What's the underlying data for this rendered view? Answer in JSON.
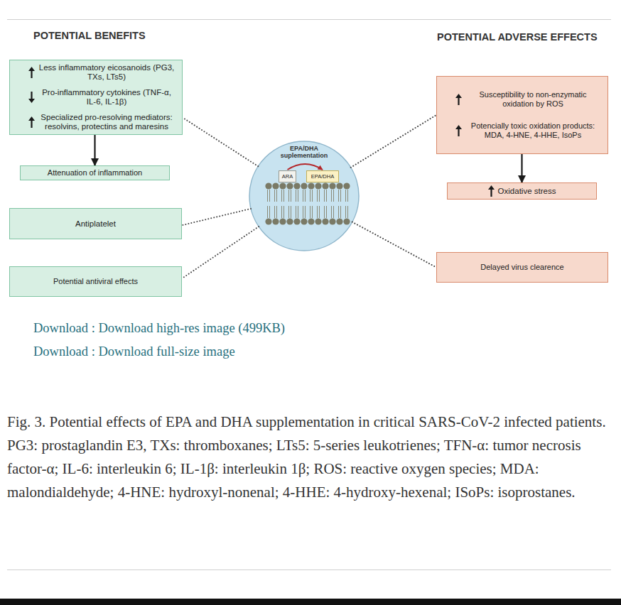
{
  "diagram": {
    "caption": "Fig. 3. Potential effects of EPA and DHA supplementation in critical SARS-CoV-2 infected patients. PG3: prostaglandin E3, TXs: thromboxanes; LTs5: 5-series leukotrienes; TFN-α: tumor necrosis factor-α; IL-6: interleukin 6; IL-1β: interleukin 1β; ROS: reactive oxygen species; MDA: malondialdehyde; 4-HNE: hydroxyl-nonenal; 4-HHE: 4-hydroxy-hexenal; ISoPs: isoprostanes.",
    "nodes": [
      {
        "text": [
          "Less inflammatory eicosanoids (PG3, TXs, LTs5)",
          "Pro-inflammatory cytokines (TNF-α, IL-6, IL-1β)",
          "Specialized pro-resolving mediators: resolvins, protectins and maresins"
        ]
      },
      {
        "text": [
          "Attenuation of inflammation"
        ]
      },
      {
        "text": [
          "Antiplatelet"
        ]
      },
      {
        "text": [
          "Potential antiviral effects"
        ]
      },
      {
        "text": [
          "EPA/DHA suplementation"
        ]
      },
      {
        "text": [
          "ARA"
        ],
        "in": 4
      },
      {
        "text": [
          "EPA/DHA"
        ],
        "in": 4
      },
      {
        "text": [
          "Susceptibility to non-enzymatic oxidation by ROS",
          "Potencially toxic oxidation products: MDA, 4-HNE, 4-HHE, IsoPs"
        ]
      },
      {
        "text": [
          "Oxidative stress"
        ]
      },
      {
        "text": [
          "Delayed virus clearence"
        ]
      }
    ],
    "edges": [
      {
        "from": 0,
        "to": 1,
        "arrow": "to"
      },
      {
        "from": 5,
        "to": 6,
        "arrow": "to"
      },
      {
        "from": 4,
        "to": 0,
        "arrow": "none"
      },
      {
        "from": 4,
        "to": 2,
        "arrow": "none"
      },
      {
        "from": 4,
        "to": 3,
        "arrow": "none"
      },
      {
        "from": 4,
        "to": 7,
        "arrow": "none"
      },
      {
        "from": 4,
        "to": 9,
        "arrow": "none"
      },
      {
        "from": 7,
        "to": 8,
        "arrow": "to"
      }
    ],
    "labels": [
      "POTENTIAL BENEFITS",
      "POTENTIAL ADVERSE EFFECTS",
      "Download : Download high-res image (499KB)",
      "Download : Download full-size image"
    ]
  }
}
